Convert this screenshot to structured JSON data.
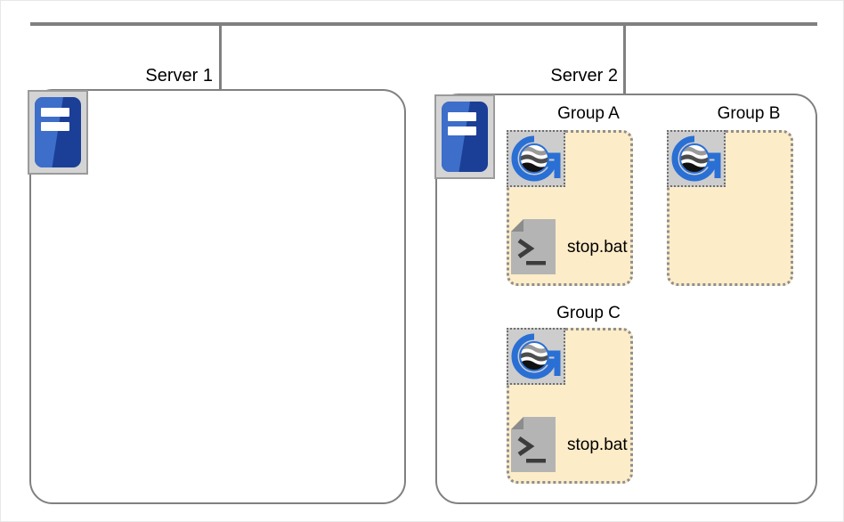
{
  "diagram": {
    "network": {
      "bus": {
        "name": "network-bus"
      },
      "drops": [
        "server-1-drop",
        "server-2-drop"
      ]
    },
    "servers": [
      {
        "id": "server-1",
        "label": "Server 1",
        "icon": "server-icon",
        "groups": []
      },
      {
        "id": "server-2",
        "label": "Server 2",
        "icon": "server-icon",
        "groups": [
          {
            "id": "group-a",
            "label": "Group A",
            "instance_icon": "glassfish-instance-icon",
            "files": [
              {
                "name": "stop.bat",
                "icon": "bat-script-icon"
              }
            ]
          },
          {
            "id": "group-b",
            "label": "Group B",
            "instance_icon": "glassfish-instance-icon",
            "files": []
          },
          {
            "id": "group-c",
            "label": "Group C",
            "instance_icon": "glassfish-instance-icon",
            "files": [
              {
                "name": "stop.bat",
                "icon": "bat-script-icon"
              }
            ]
          }
        ]
      }
    ]
  },
  "colors": {
    "bus_line": "#808080",
    "server_border": "#808080",
    "group_fill": "#fdecc8",
    "group_border": "#8f8f8f",
    "server_icon_blue": "#1b3f96",
    "server_icon_blue_light": "#3d6ec9",
    "server_icon_tray": "#d4d4d4",
    "glassfish_blue": "#2a6fd4",
    "icon_tile_gray": "#cdcdcd",
    "bat_icon_gray": "#b4b4b4",
    "text": "#000000",
    "page_border": "#e8e8e8"
  }
}
